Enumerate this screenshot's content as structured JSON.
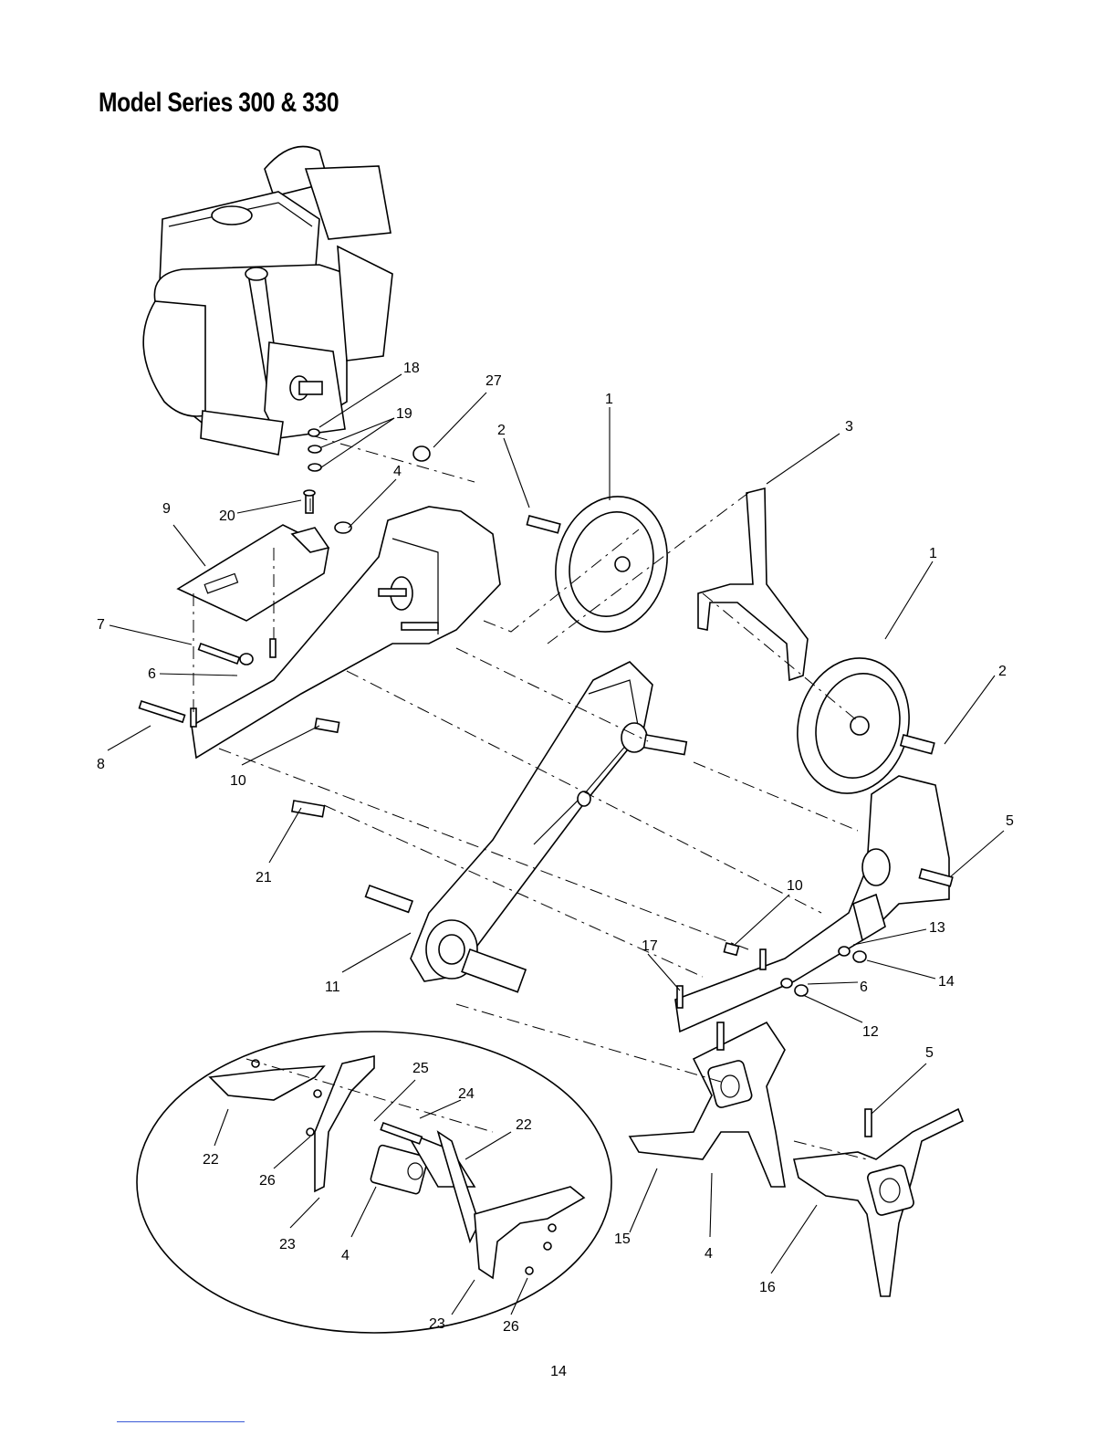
{
  "page": {
    "title": "Model Series 300 & 330",
    "page_number": "14"
  },
  "callouts": [
    {
      "id": "c18",
      "text": "18"
    },
    {
      "id": "c27",
      "text": "27"
    },
    {
      "id": "c19",
      "text": "19"
    },
    {
      "id": "c1a",
      "text": "1"
    },
    {
      "id": "c2a",
      "text": "2"
    },
    {
      "id": "c3",
      "text": "3"
    },
    {
      "id": "c4a",
      "text": "4"
    },
    {
      "id": "c9",
      "text": "9"
    },
    {
      "id": "c20",
      "text": "20"
    },
    {
      "id": "c1b",
      "text": "1"
    },
    {
      "id": "c7",
      "text": "7"
    },
    {
      "id": "c6a",
      "text": "6"
    },
    {
      "id": "c2b",
      "text": "2"
    },
    {
      "id": "c8",
      "text": "8"
    },
    {
      "id": "c10a",
      "text": "10"
    },
    {
      "id": "c5a",
      "text": "5"
    },
    {
      "id": "c21",
      "text": "21"
    },
    {
      "id": "c10b",
      "text": "10"
    },
    {
      "id": "c13",
      "text": "13"
    },
    {
      "id": "c17",
      "text": "17"
    },
    {
      "id": "c14",
      "text": "14"
    },
    {
      "id": "c11",
      "text": "11"
    },
    {
      "id": "c6b",
      "text": "6"
    },
    {
      "id": "c12",
      "text": "12"
    },
    {
      "id": "c25",
      "text": "25"
    },
    {
      "id": "c5b",
      "text": "5"
    },
    {
      "id": "c24",
      "text": "24"
    },
    {
      "id": "c22a",
      "text": "22"
    },
    {
      "id": "c22b",
      "text": "22"
    },
    {
      "id": "c26a",
      "text": "26"
    },
    {
      "id": "c23a",
      "text": "23"
    },
    {
      "id": "c4b",
      "text": "4"
    },
    {
      "id": "c15",
      "text": "15"
    },
    {
      "id": "c4c",
      "text": "4"
    },
    {
      "id": "c23b",
      "text": "23"
    },
    {
      "id": "c26b",
      "text": "26"
    },
    {
      "id": "c16",
      "text": "16"
    }
  ]
}
